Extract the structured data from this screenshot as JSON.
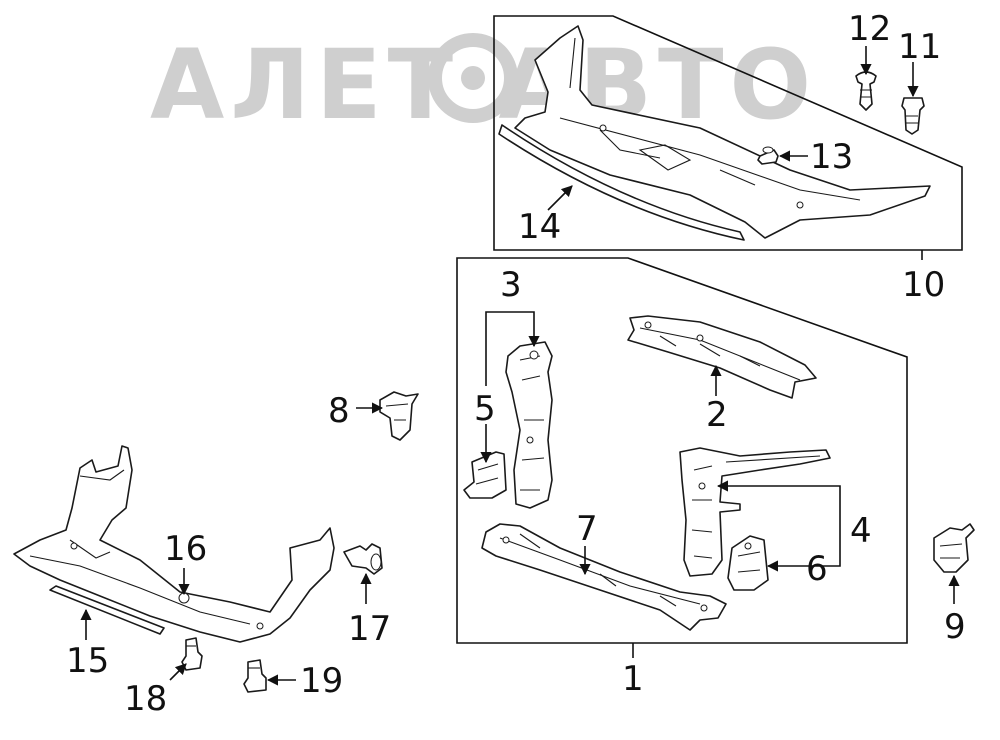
{
  "watermark": "АЛЕТ АВТО",
  "callouts": {
    "c1": "1",
    "c2": "2",
    "c3": "3",
    "c4": "4",
    "c5": "5",
    "c6": "6",
    "c7": "7",
    "c8": "8",
    "c9": "9",
    "c10": "10",
    "c11": "11",
    "c12": "12",
    "c13": "13",
    "c14": "14",
    "c15": "15",
    "c16": "16",
    "c17": "17",
    "c18": "18",
    "c19": "19"
  },
  "colors": {
    "ink": "#1a1a1a",
    "watermark": "#cfcfcf",
    "background": "#ffffff"
  }
}
